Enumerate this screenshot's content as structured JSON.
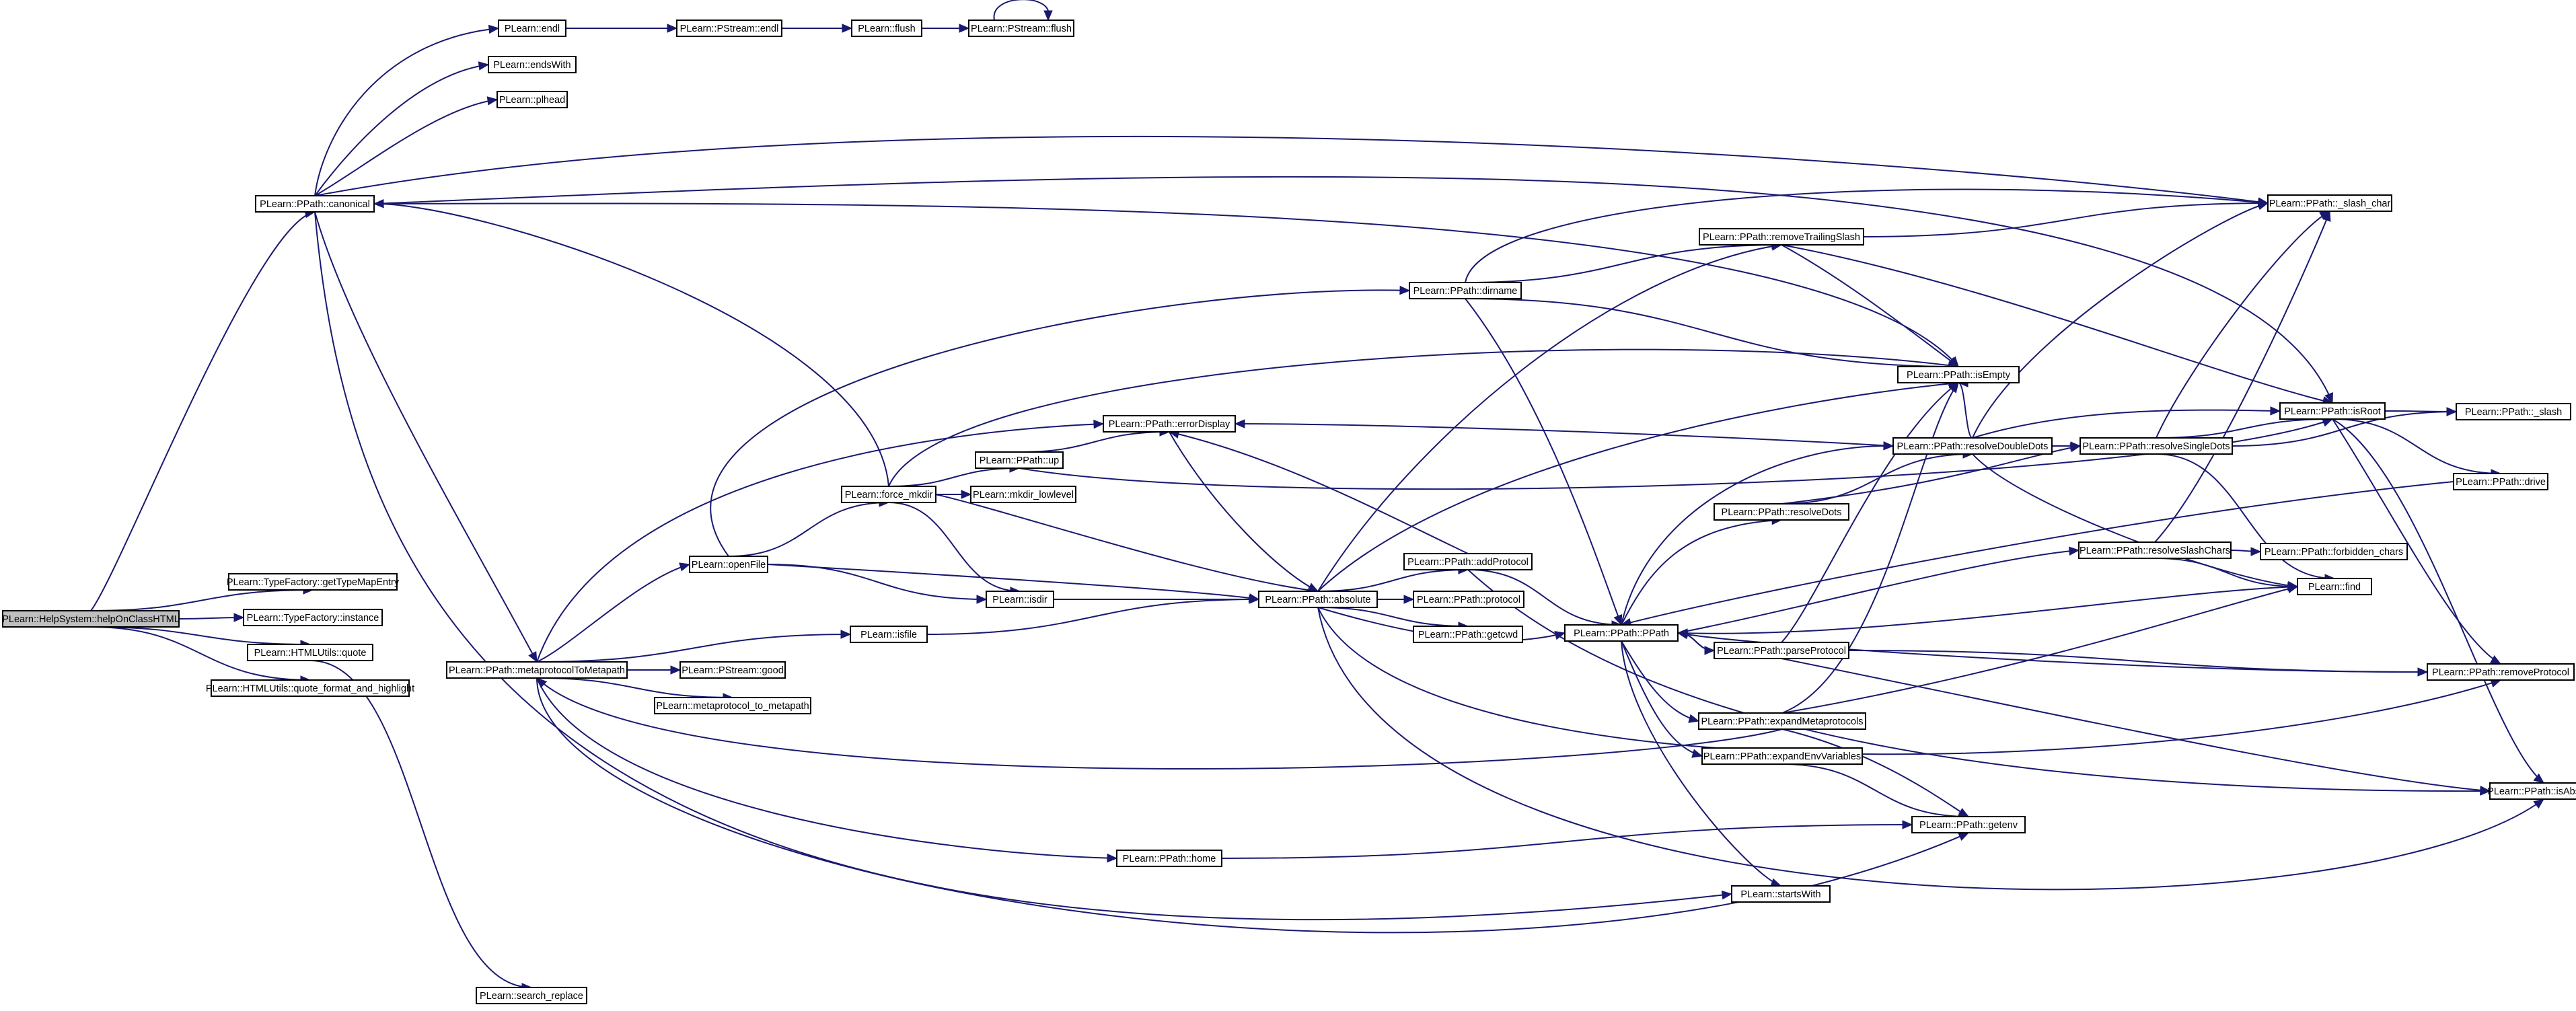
{
  "graph": {
    "colors": {
      "edge": "#191970",
      "root_fill": "#bfbfbf",
      "node_fill": "#ffffff",
      "node_border": "#000000"
    },
    "nodes": [
      {
        "id": "helpOnClassHTML",
        "label": "PLearn::HelpSystem::helpOnClassHTML",
        "root": true
      },
      {
        "id": "getTypeMapEntry",
        "label": "PLearn::TypeFactory::getTypeMapEntry"
      },
      {
        "id": "instance",
        "label": "PLearn::TypeFactory::instance"
      },
      {
        "id": "quote",
        "label": "PLearn::HTMLUtils::quote"
      },
      {
        "id": "quote_fh",
        "label": "PLearn::HTMLUtils::quote_format_and_highlight"
      },
      {
        "id": "search_replace",
        "label": "PLearn::search_replace"
      },
      {
        "id": "canonical",
        "label": "PLearn::PPath::canonical"
      },
      {
        "id": "endl",
        "label": "PLearn::endl"
      },
      {
        "id": "endsWith",
        "label": "PLearn::endsWith"
      },
      {
        "id": "pl_head",
        "label": "PLearn::plhead"
      },
      {
        "id": "ps_endl",
        "label": "PLearn::PStream::endl"
      },
      {
        "id": "flush",
        "label": "PLearn::flush"
      },
      {
        "id": "ps_flush",
        "label": "PLearn::PStream::flush"
      },
      {
        "id": "metaToMeta",
        "label": "PLearn::PPath::metaprotocolToMetapath"
      },
      {
        "id": "openFile",
        "label": "PLearn::openFile"
      },
      {
        "id": "force_mkdir",
        "label": "PLearn::force_mkdir"
      },
      {
        "id": "up",
        "label": "PLearn::PPath::up"
      },
      {
        "id": "mkdir_lowlevel",
        "label": "PLearn::mkdir_lowlevel"
      },
      {
        "id": "isdir",
        "label": "PLearn::isdir"
      },
      {
        "id": "isfile",
        "label": "PLearn::isfile"
      },
      {
        "id": "ps_good",
        "label": "PLearn::PStream::good"
      },
      {
        "id": "mp_to_mp",
        "label": "PLearn::metaprotocol_to_metapath"
      },
      {
        "id": "errorDisplay",
        "label": "PLearn::PPath::errorDisplay"
      },
      {
        "id": "absolute",
        "label": "PLearn::PPath::absolute"
      },
      {
        "id": "home",
        "label": "PLearn::PPath::home"
      },
      {
        "id": "dirname",
        "label": "PLearn::PPath::dirname"
      },
      {
        "id": "addProtocol",
        "label": "PLearn::PPath::addProtocol"
      },
      {
        "id": "protocol",
        "label": "PLearn::PPath::protocol"
      },
      {
        "id": "getcwd",
        "label": "PLearn::PPath::getcwd"
      },
      {
        "id": "ctor",
        "label": "PLearn::PPath::PPath"
      },
      {
        "id": "removeTrailingSlash",
        "label": "PLearn::PPath::removeTrailingSlash"
      },
      {
        "id": "isEmpty",
        "label": "PLearn::PPath::isEmpty"
      },
      {
        "id": "resolveDots",
        "label": "PLearn::PPath::resolveDots"
      },
      {
        "id": "resolveDoubleDots",
        "label": "PLearn::PPath::resolveDoubleDots"
      },
      {
        "id": "parseProtocol",
        "label": "PLearn::PPath::parseProtocol"
      },
      {
        "id": "expandMetaprotocols",
        "label": "PLearn::PPath::expandMetaprotocols"
      },
      {
        "id": "expandEnvVariables",
        "label": "PLearn::PPath::expandEnvVariables"
      },
      {
        "id": "getenv",
        "label": "PLearn::PPath::getenv"
      },
      {
        "id": "startsWith",
        "label": "PLearn::startsWith"
      },
      {
        "id": "resolveSingleDots",
        "label": "PLearn::PPath::resolveSingleDots"
      },
      {
        "id": "resolveSlashChars",
        "label": "PLearn::PPath::resolveSlashChars"
      },
      {
        "id": "slash_char",
        "label": "PLearn::PPath::_slash_char"
      },
      {
        "id": "isRoot",
        "label": "PLearn::PPath::isRoot"
      },
      {
        "id": "slash",
        "label": "PLearn::PPath::_slash"
      },
      {
        "id": "drive",
        "label": "PLearn::PPath::drive"
      },
      {
        "id": "forbidden_chars",
        "label": "PLearn::PPath::forbidden_chars"
      },
      {
        "id": "find",
        "label": "PLearn::find"
      },
      {
        "id": "removeProtocol",
        "label": "PLearn::PPath::removeProtocol"
      },
      {
        "id": "isAbsPath",
        "label": "PLearn::PPath::isAbsPath"
      }
    ],
    "edges": [
      [
        "helpOnClassHTML",
        "canonical"
      ],
      [
        "helpOnClassHTML",
        "getTypeMapEntry"
      ],
      [
        "helpOnClassHTML",
        "instance"
      ],
      [
        "helpOnClassHTML",
        "quote"
      ],
      [
        "helpOnClassHTML",
        "quote_fh"
      ],
      [
        "quote",
        "search_replace"
      ],
      [
        "canonical",
        "endl"
      ],
      [
        "canonical",
        "endsWith"
      ],
      [
        "canonical",
        "pl_head"
      ],
      [
        "canonical",
        "slash_char"
      ],
      [
        "canonical",
        "isEmpty"
      ],
      [
        "canonical",
        "isRoot"
      ],
      [
        "canonical",
        "metaToMeta"
      ],
      [
        "canonical",
        "startsWith"
      ],
      [
        "endl",
        "ps_endl"
      ],
      [
        "ps_endl",
        "flush"
      ],
      [
        "flush",
        "ps_flush"
      ],
      [
        "ps_flush",
        "ps_flush"
      ],
      [
        "metaToMeta",
        "errorDisplay"
      ],
      [
        "metaToMeta",
        "openFile"
      ],
      [
        "metaToMeta",
        "isfile"
      ],
      [
        "metaToMeta",
        "ps_good"
      ],
      [
        "metaToMeta",
        "mp_to_mp"
      ],
      [
        "metaToMeta",
        "home"
      ],
      [
        "metaToMeta",
        "getenv"
      ],
      [
        "openFile",
        "force_mkdir"
      ],
      [
        "openFile",
        "isdir"
      ],
      [
        "openFile",
        "absolute"
      ],
      [
        "openFile",
        "dirname"
      ],
      [
        "force_mkdir",
        "up"
      ],
      [
        "force_mkdir",
        "mkdir_lowlevel"
      ],
      [
        "force_mkdir",
        "isdir"
      ],
      [
        "force_mkdir",
        "absolute"
      ],
      [
        "force_mkdir",
        "isEmpty"
      ],
      [
        "force_mkdir",
        "canonical"
      ],
      [
        "up",
        "errorDisplay"
      ],
      [
        "up",
        "isRoot"
      ],
      [
        "isdir",
        "absolute"
      ],
      [
        "isfile",
        "absolute"
      ],
      [
        "errorDisplay",
        "absolute"
      ],
      [
        "absolute",
        "addProtocol"
      ],
      [
        "absolute",
        "protocol"
      ],
      [
        "absolute",
        "getcwd"
      ],
      [
        "absolute",
        "ctor"
      ],
      [
        "absolute",
        "removeTrailingSlash"
      ],
      [
        "absolute",
        "isEmpty"
      ],
      [
        "absolute",
        "removeProtocol"
      ],
      [
        "absolute",
        "isAbsPath"
      ],
      [
        "addProtocol",
        "ctor"
      ],
      [
        "addProtocol",
        "errorDisplay"
      ],
      [
        "addProtocol",
        "isAbsPath"
      ],
      [
        "home",
        "getenv"
      ],
      [
        "dirname",
        "removeTrailingSlash"
      ],
      [
        "dirname",
        "isEmpty"
      ],
      [
        "dirname",
        "ctor"
      ],
      [
        "dirname",
        "slash_char"
      ],
      [
        "removeTrailingSlash",
        "isEmpty"
      ],
      [
        "removeTrailingSlash",
        "slash_char"
      ],
      [
        "removeTrailingSlash",
        "isRoot"
      ],
      [
        "ctor",
        "resolveDots"
      ],
      [
        "ctor",
        "resolveDoubleDots"
      ],
      [
        "ctor",
        "parseProtocol"
      ],
      [
        "ctor",
        "expandMetaprotocols"
      ],
      [
        "ctor",
        "expandEnvVariables"
      ],
      [
        "ctor",
        "startsWith"
      ],
      [
        "ctor",
        "resolveSlashChars"
      ],
      [
        "ctor",
        "find"
      ],
      [
        "resolveDots",
        "resolveDoubleDots"
      ],
      [
        "resolveDots",
        "resolveSingleDots"
      ],
      [
        "resolveDoubleDots",
        "errorDisplay"
      ],
      [
        "resolveDoubleDots",
        "isEmpty"
      ],
      [
        "resolveDoubleDots",
        "slash_char"
      ],
      [
        "resolveDoubleDots",
        "isRoot"
      ],
      [
        "resolveDoubleDots",
        "resolveSingleDots"
      ],
      [
        "resolveDoubleDots",
        "find"
      ],
      [
        "resolveSingleDots",
        "slash_char"
      ],
      [
        "resolveSingleDots",
        "isRoot"
      ],
      [
        "resolveSingleDots",
        "slash"
      ],
      [
        "resolveSingleDots",
        "find"
      ],
      [
        "resolveSlashChars",
        "forbidden_chars"
      ],
      [
        "resolveSlashChars",
        "slash_char"
      ],
      [
        "resolveSlashChars",
        "find"
      ],
      [
        "parseProtocol",
        "ctor"
      ],
      [
        "parseProtocol",
        "removeProtocol"
      ],
      [
        "parseProtocol",
        "isAbsPath"
      ],
      [
        "parseProtocol",
        "isEmpty"
      ],
      [
        "expandMetaprotocols",
        "isEmpty"
      ],
      [
        "expandMetaprotocols",
        "getenv"
      ],
      [
        "expandMetaprotocols",
        "metaToMeta"
      ],
      [
        "expandMetaprotocols",
        "find"
      ],
      [
        "expandEnvVariables",
        "getenv"
      ],
      [
        "isRoot",
        "slash"
      ],
      [
        "isRoot",
        "drive"
      ],
      [
        "isRoot",
        "removeProtocol"
      ],
      [
        "isRoot",
        "isAbsPath"
      ],
      [
        "drive",
        "ctor"
      ],
      [
        "removeProtocol",
        "ctor"
      ]
    ]
  }
}
